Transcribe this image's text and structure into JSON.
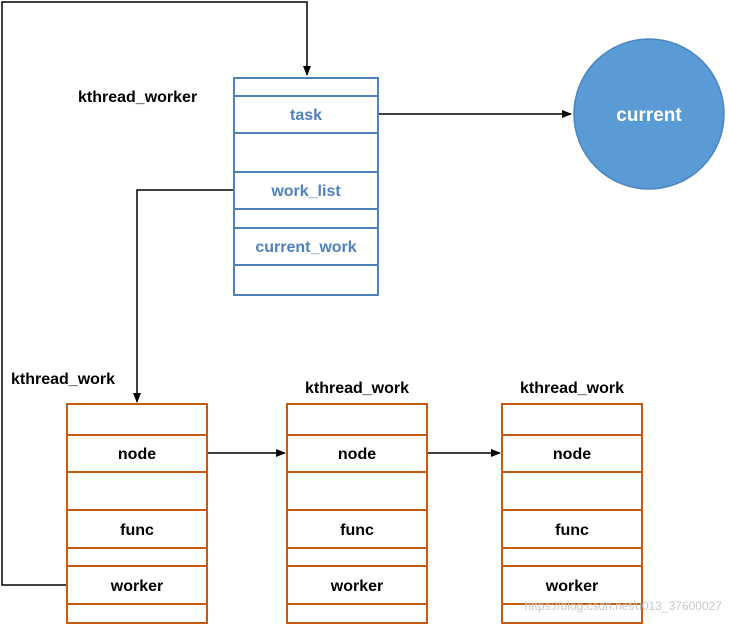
{
  "colors": {
    "worker_border": "#4f81bd",
    "worker_text": "#4f81bd",
    "work_border": "#c55a11",
    "work_text": "#000000",
    "current_fill": "#5b9bd5",
    "current_text": "#ffffff",
    "arrow": "#000000"
  },
  "worker": {
    "title": "kthread_worker",
    "fields": [
      "",
      "task",
      "",
      "work_list",
      "",
      "current_work",
      ""
    ]
  },
  "current": {
    "label": "current"
  },
  "works": [
    {
      "title": "kthread_work",
      "fields": [
        "",
        "node",
        "",
        "func",
        "",
        "worker",
        ""
      ]
    },
    {
      "title": "kthread_work",
      "fields": [
        "",
        "node",
        "",
        "func",
        "",
        "worker",
        ""
      ]
    },
    {
      "title": "kthread_work",
      "fields": [
        "",
        "node",
        "",
        "func",
        "",
        "worker",
        ""
      ]
    }
  ],
  "watermark": "https://blog.csdn.net/u013_37600027"
}
